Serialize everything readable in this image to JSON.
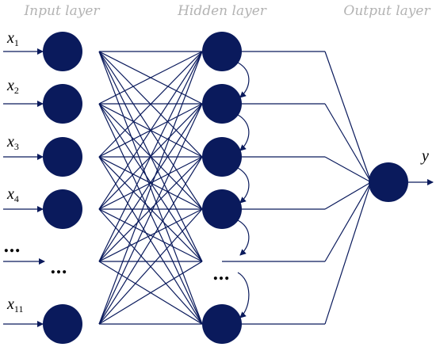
{
  "titles": {
    "input": "Input layer",
    "hidden": "Hidden layer",
    "output": "Output layer"
  },
  "inputs": [
    {
      "main": "x",
      "sub": "1"
    },
    {
      "main": "x",
      "sub": "2"
    },
    {
      "main": "x",
      "sub": "3"
    },
    {
      "main": "x",
      "sub": "4"
    },
    {
      "main": "x",
      "sub": "11"
    }
  ],
  "ellipsis": "…",
  "output_label": "y",
  "colors": {
    "node": "#0a1a5c",
    "line": "#0a1a5c",
    "title": "#b3b3b3"
  }
}
